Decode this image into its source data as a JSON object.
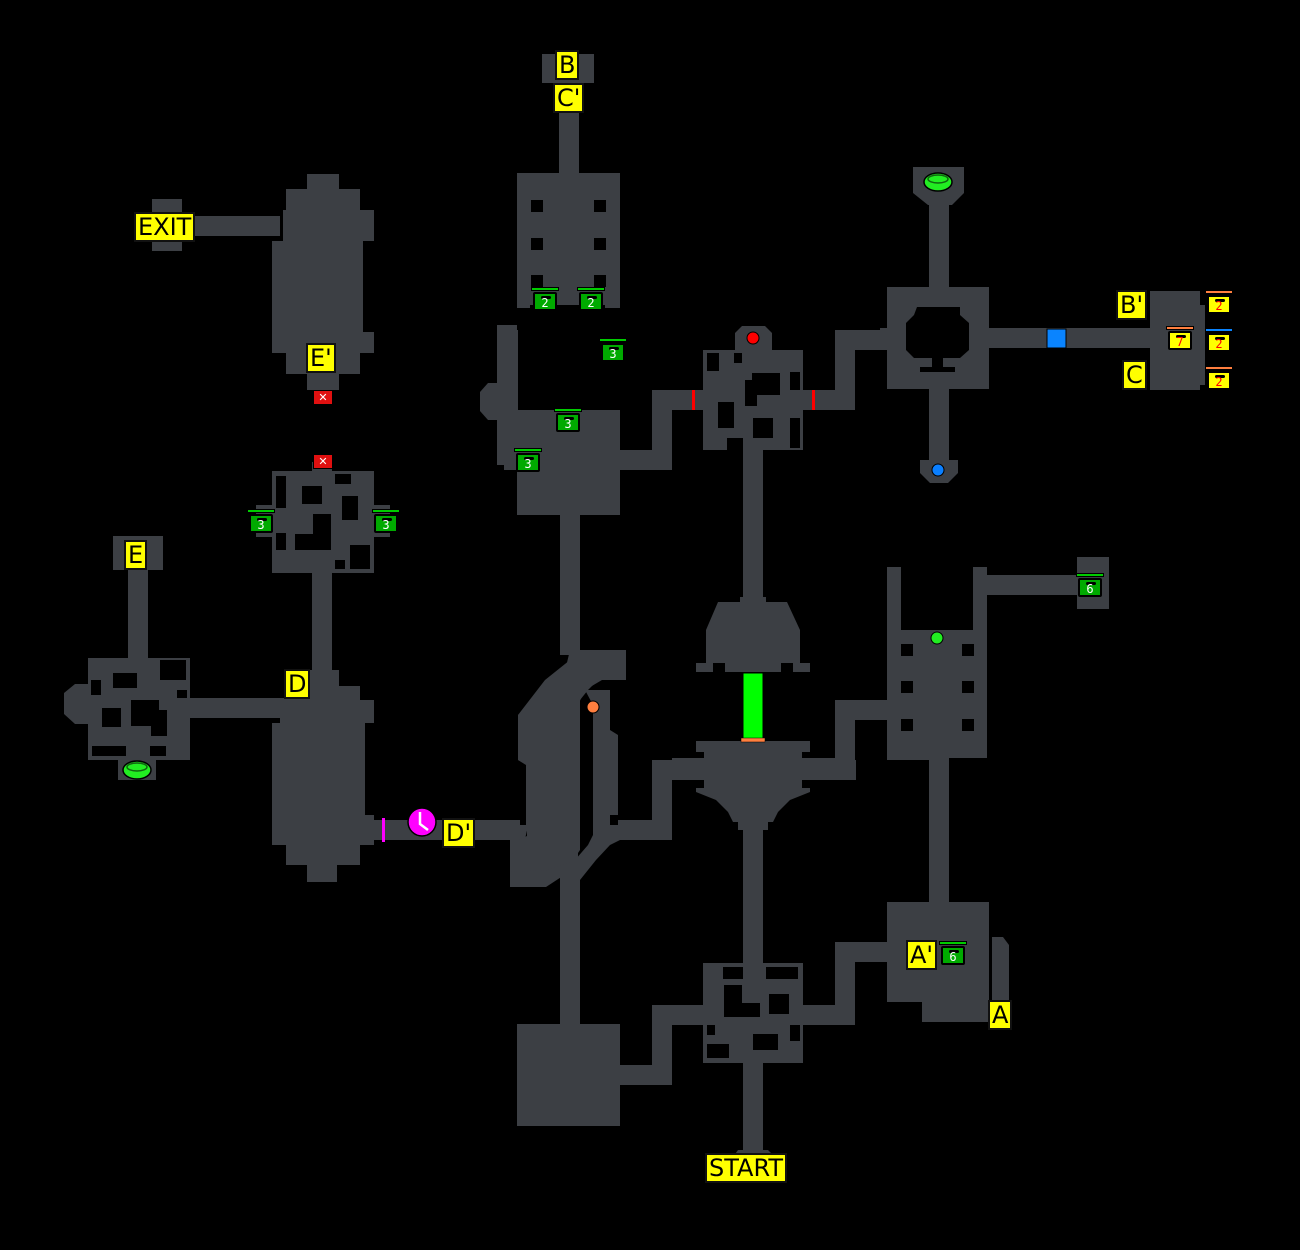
{
  "map": {
    "labels": {
      "start": "START",
      "exit": "EXIT",
      "a": "A",
      "a_prime": "A'",
      "b": "B",
      "b_prime": "B'",
      "c": "C",
      "c_prime": "C'",
      "d": "D",
      "d_prime": "D'",
      "e": "E",
      "e_prime": "E'"
    },
    "chests": {
      "green_2_left": "2",
      "green_2_right": "2",
      "green_3_upper_right": "3",
      "green_3_middle": "3",
      "green_3_lower_left": "3",
      "green_3_room_left": "3",
      "green_3_room_right": "3",
      "green_6_east": "6",
      "green_6_a_room": "6",
      "yellow_7_center": "7",
      "yellow_2_top": "2",
      "yellow_2_middle": "2",
      "yellow_2_bottom": "2"
    },
    "markers": {
      "blocked_door": "✕",
      "timer_icon": "clock-icon",
      "warp_icon": "warp-pad-icon"
    },
    "colors": {
      "floor": "#3c3f44",
      "background": "#000000",
      "label_bg": "#ffff00",
      "chest_green": "#00aa00",
      "orb_red": "#ff0000",
      "orb_blue": "#0a7fff",
      "orb_green": "#22ee22",
      "orb_orange": "#ff7f3f",
      "barrier_green": "#00ff00",
      "gate_red": "#ff0000",
      "gate_magenta": "#ff00ff",
      "timer_magenta": "#ff00ff",
      "block_blue": "#0a84ff"
    }
  }
}
